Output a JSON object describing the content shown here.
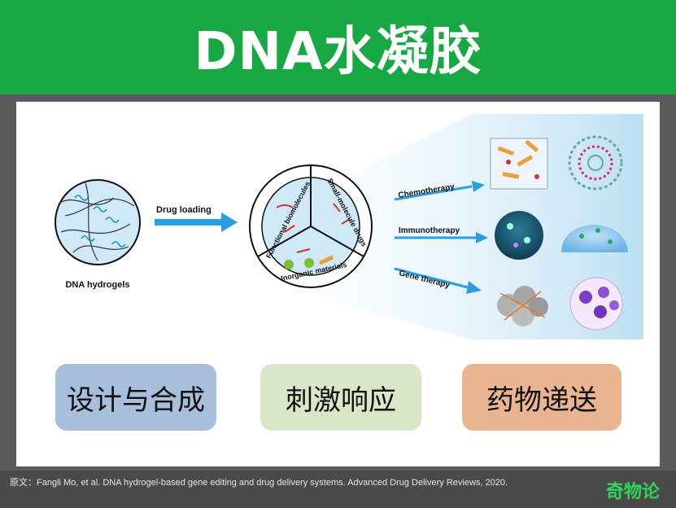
{
  "header": {
    "title": "DNA水凝胶"
  },
  "diagram": {
    "hydrogel_label": "DNA hydrogels",
    "arrow_label": "Drug loading",
    "sectors": [
      "Functional biomolecules",
      "Small-molecule drugs",
      "Inorganic materials"
    ],
    "therapies": [
      "Chemotherapy",
      "Immunotherapy",
      "Gene therapy"
    ]
  },
  "pills": [
    "设计与合成",
    "刺激响应",
    "药物递送"
  ],
  "footer": {
    "citation": "原文：Fangli Mo, et al. DNA hydrogel-based gene editing and drug delivery systems. Advanced Drug Delivery Reviews, 2020.",
    "brand": "奇物论"
  },
  "colors": {
    "header": "#17a844",
    "arrow": "#2a9fe0",
    "gel_fill": "#cfe9f7"
  }
}
